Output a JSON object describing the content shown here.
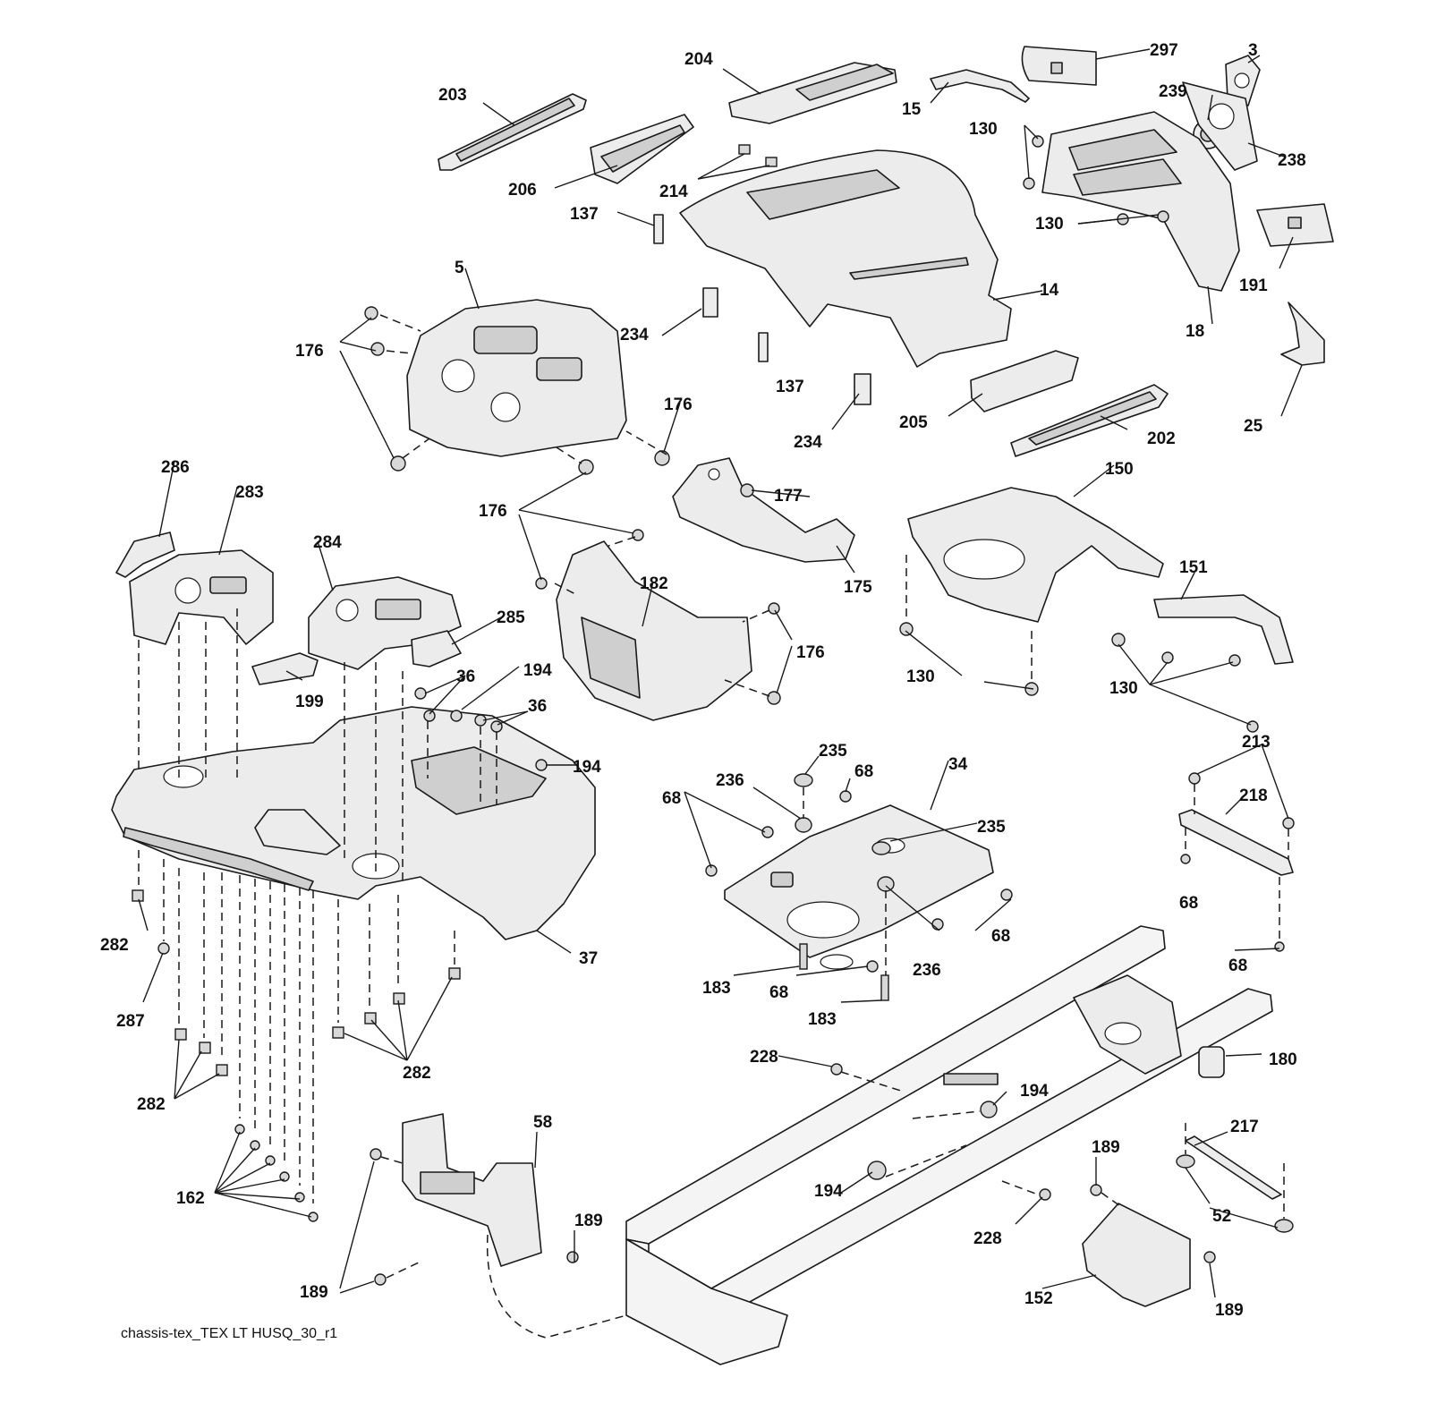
{
  "caption": "chassis-tex_TEX LT HUSQ_30_r1",
  "callouts": [
    {
      "id": "c204",
      "label": "204"
    },
    {
      "id": "c297",
      "label": "297"
    },
    {
      "id": "c3",
      "label": "3"
    },
    {
      "id": "c203",
      "label": "203"
    },
    {
      "id": "c15",
      "label": "15"
    },
    {
      "id": "c239",
      "label": "239"
    },
    {
      "id": "c130a",
      "label": "130"
    },
    {
      "id": "c238",
      "label": "238"
    },
    {
      "id": "c206",
      "label": "206"
    },
    {
      "id": "c214",
      "label": "214"
    },
    {
      "id": "c137a",
      "label": "137"
    },
    {
      "id": "c130b",
      "label": "130"
    },
    {
      "id": "c191",
      "label": "191"
    },
    {
      "id": "c5",
      "label": "5"
    },
    {
      "id": "c14",
      "label": "14"
    },
    {
      "id": "c18",
      "label": "18"
    },
    {
      "id": "c234a",
      "label": "234"
    },
    {
      "id": "c176a",
      "label": "176"
    },
    {
      "id": "c137b",
      "label": "137"
    },
    {
      "id": "c176b",
      "label": "176"
    },
    {
      "id": "c25",
      "label": "25"
    },
    {
      "id": "c205",
      "label": "205"
    },
    {
      "id": "c202",
      "label": "202"
    },
    {
      "id": "c234b",
      "label": "234"
    },
    {
      "id": "c286",
      "label": "286"
    },
    {
      "id": "c150",
      "label": "150"
    },
    {
      "id": "c283",
      "label": "283"
    },
    {
      "id": "c177",
      "label": "177"
    },
    {
      "id": "c176c",
      "label": "176"
    },
    {
      "id": "c284",
      "label": "284"
    },
    {
      "id": "c151",
      "label": "151"
    },
    {
      "id": "c182",
      "label": "182"
    },
    {
      "id": "c175",
      "label": "175"
    },
    {
      "id": "c285",
      "label": "285"
    },
    {
      "id": "c176d",
      "label": "176"
    },
    {
      "id": "c194a",
      "label": "194"
    },
    {
      "id": "c36a",
      "label": "36"
    },
    {
      "id": "c130c",
      "label": "130"
    },
    {
      "id": "c130d",
      "label": "130"
    },
    {
      "id": "c199",
      "label": "199"
    },
    {
      "id": "c36b",
      "label": "36"
    },
    {
      "id": "c213",
      "label": "213"
    },
    {
      "id": "c235a",
      "label": "235"
    },
    {
      "id": "c194b",
      "label": "194"
    },
    {
      "id": "c34",
      "label": "34"
    },
    {
      "id": "c68a",
      "label": "68"
    },
    {
      "id": "c236a",
      "label": "236"
    },
    {
      "id": "c68b",
      "label": "68"
    },
    {
      "id": "c218",
      "label": "218"
    },
    {
      "id": "c235b",
      "label": "235"
    },
    {
      "id": "c68c",
      "label": "68"
    },
    {
      "id": "c282a",
      "label": "282"
    },
    {
      "id": "c68d",
      "label": "68"
    },
    {
      "id": "c37",
      "label": "37"
    },
    {
      "id": "c68e",
      "label": "68"
    },
    {
      "id": "c236b",
      "label": "236"
    },
    {
      "id": "c183a",
      "label": "183"
    },
    {
      "id": "c68f",
      "label": "68"
    },
    {
      "id": "c287",
      "label": "287"
    },
    {
      "id": "c183b",
      "label": "183"
    },
    {
      "id": "c228a",
      "label": "228"
    },
    {
      "id": "c180",
      "label": "180"
    },
    {
      "id": "c282b",
      "label": "282"
    },
    {
      "id": "c194c",
      "label": "194"
    },
    {
      "id": "c282c",
      "label": "282"
    },
    {
      "id": "c58",
      "label": "58"
    },
    {
      "id": "c217",
      "label": "217"
    },
    {
      "id": "c189a",
      "label": "189"
    },
    {
      "id": "c194d",
      "label": "194"
    },
    {
      "id": "c162",
      "label": "162"
    },
    {
      "id": "c52",
      "label": "52"
    },
    {
      "id": "c189b",
      "label": "189"
    },
    {
      "id": "c228b",
      "label": "228"
    },
    {
      "id": "c189c",
      "label": "189"
    },
    {
      "id": "c152",
      "label": "152"
    },
    {
      "id": "c189d",
      "label": "189"
    }
  ]
}
